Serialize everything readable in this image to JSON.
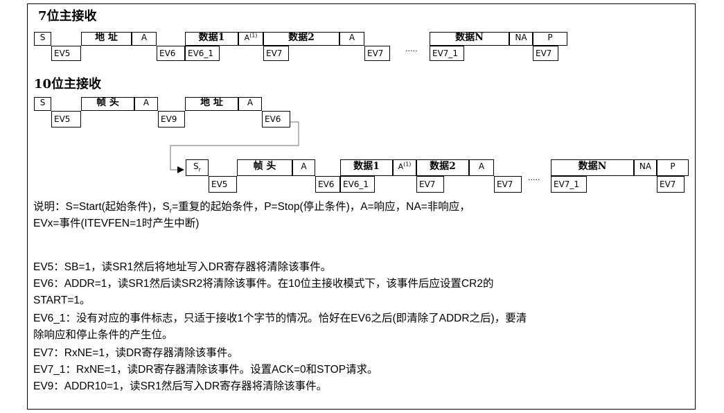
{
  "diagram": {
    "section_7bit": {
      "title": "7位主接收",
      "frames": {
        "s": "S",
        "addr": "地 址",
        "a1": "A",
        "data1": "数据1",
        "a_sup": "A",
        "a_sup_mark": "(1)",
        "data2": "数据2",
        "a2": "A",
        "dots": ".....",
        "dataN": "数据N",
        "na": "NA",
        "p": "P"
      },
      "events": {
        "ev5": "EV5",
        "ev6": "EV6",
        "ev6_1": "EV6_1",
        "ev7_a": "EV7",
        "ev7_b": "EV7",
        "ev7_1": "EV7_1",
        "ev7_c": "EV7"
      }
    },
    "section_10bit": {
      "title": "10位主接收",
      "frames": {
        "s": "S",
        "header": "帧 头",
        "a1": "A",
        "addr": "地 址",
        "a2": "A"
      },
      "events": {
        "ev5": "EV5",
        "ev9": "EV9",
        "ev6": "EV6"
      }
    },
    "section_10bit_restart": {
      "frames": {
        "sr": "S",
        "sr_sub": "r",
        "header": "帧 头",
        "a1": "A",
        "data1": "数据1",
        "a_sup": "A",
        "a_sup_mark": "(1)",
        "data2": "数据2",
        "a2": "A",
        "dots": ".....",
        "dataN": "数据N",
        "na": "NA",
        "p": "P"
      },
      "events": {
        "ev5": "EV5",
        "ev6": "EV6",
        "ev6_1": "EV6_1",
        "ev7_a": "EV7",
        "ev7_b": "EV7",
        "ev7_1": "EV7_1",
        "ev7_c": "EV7"
      }
    }
  },
  "notes": {
    "legend_1a": "说明：S=Start(起始条件)，S",
    "legend_1sub": "r",
    "legend_1b": "=重复的起始条件，P=Stop(停止条件)，A=响应，NA=非响应，",
    "legend_2": "EVx=事件(ITEVFEN=1时产生中断)",
    "ev5": "EV5：SB=1，读SR1然后将地址写入DR寄存器将清除该事件。",
    "ev6_a": "EV6：ADDR=1，读SR1然后读SR2将清除该事件。在10位主接收模式下，该事件后应设置CR2的",
    "ev6_b": "START=1。",
    "ev6_1a": "EV6_1：没有对应的事件标志，只适于接收1个字节的情况。恰好在EV6之后(即清除了ADDR之后)，要清",
    "ev6_1b": "除响应和停止条件的产生位。",
    "ev7": "EV7：RxNE=1，读DR寄存器清除该事件。",
    "ev7_1": "EV7_1：RxNE=1，读DR寄存器清除该事件。设置ACK=0和STOP请求。",
    "ev9": "EV9：ADDR10=1，读SR1然后写入DR寄存器将清除该事件。"
  }
}
